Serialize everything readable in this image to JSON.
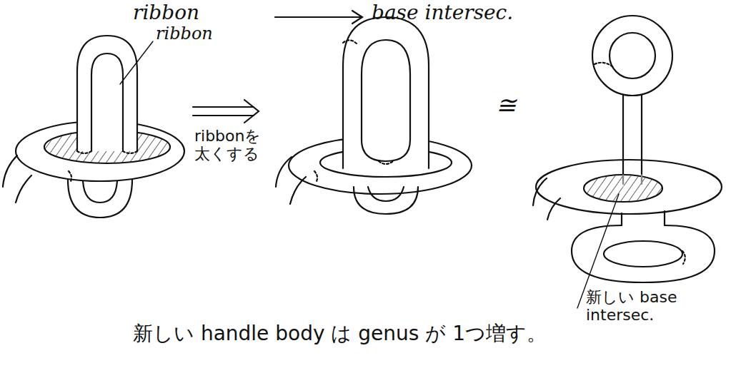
{
  "diagram": {
    "labels": [
      "ribbon",
      "base intersec.",
      "ribbon",
      "ribbonを太くする",
      "≅",
      "新しい base intersec.",
      "新しい handle body は genus が 1つ増す。"
    ]
  }
}
